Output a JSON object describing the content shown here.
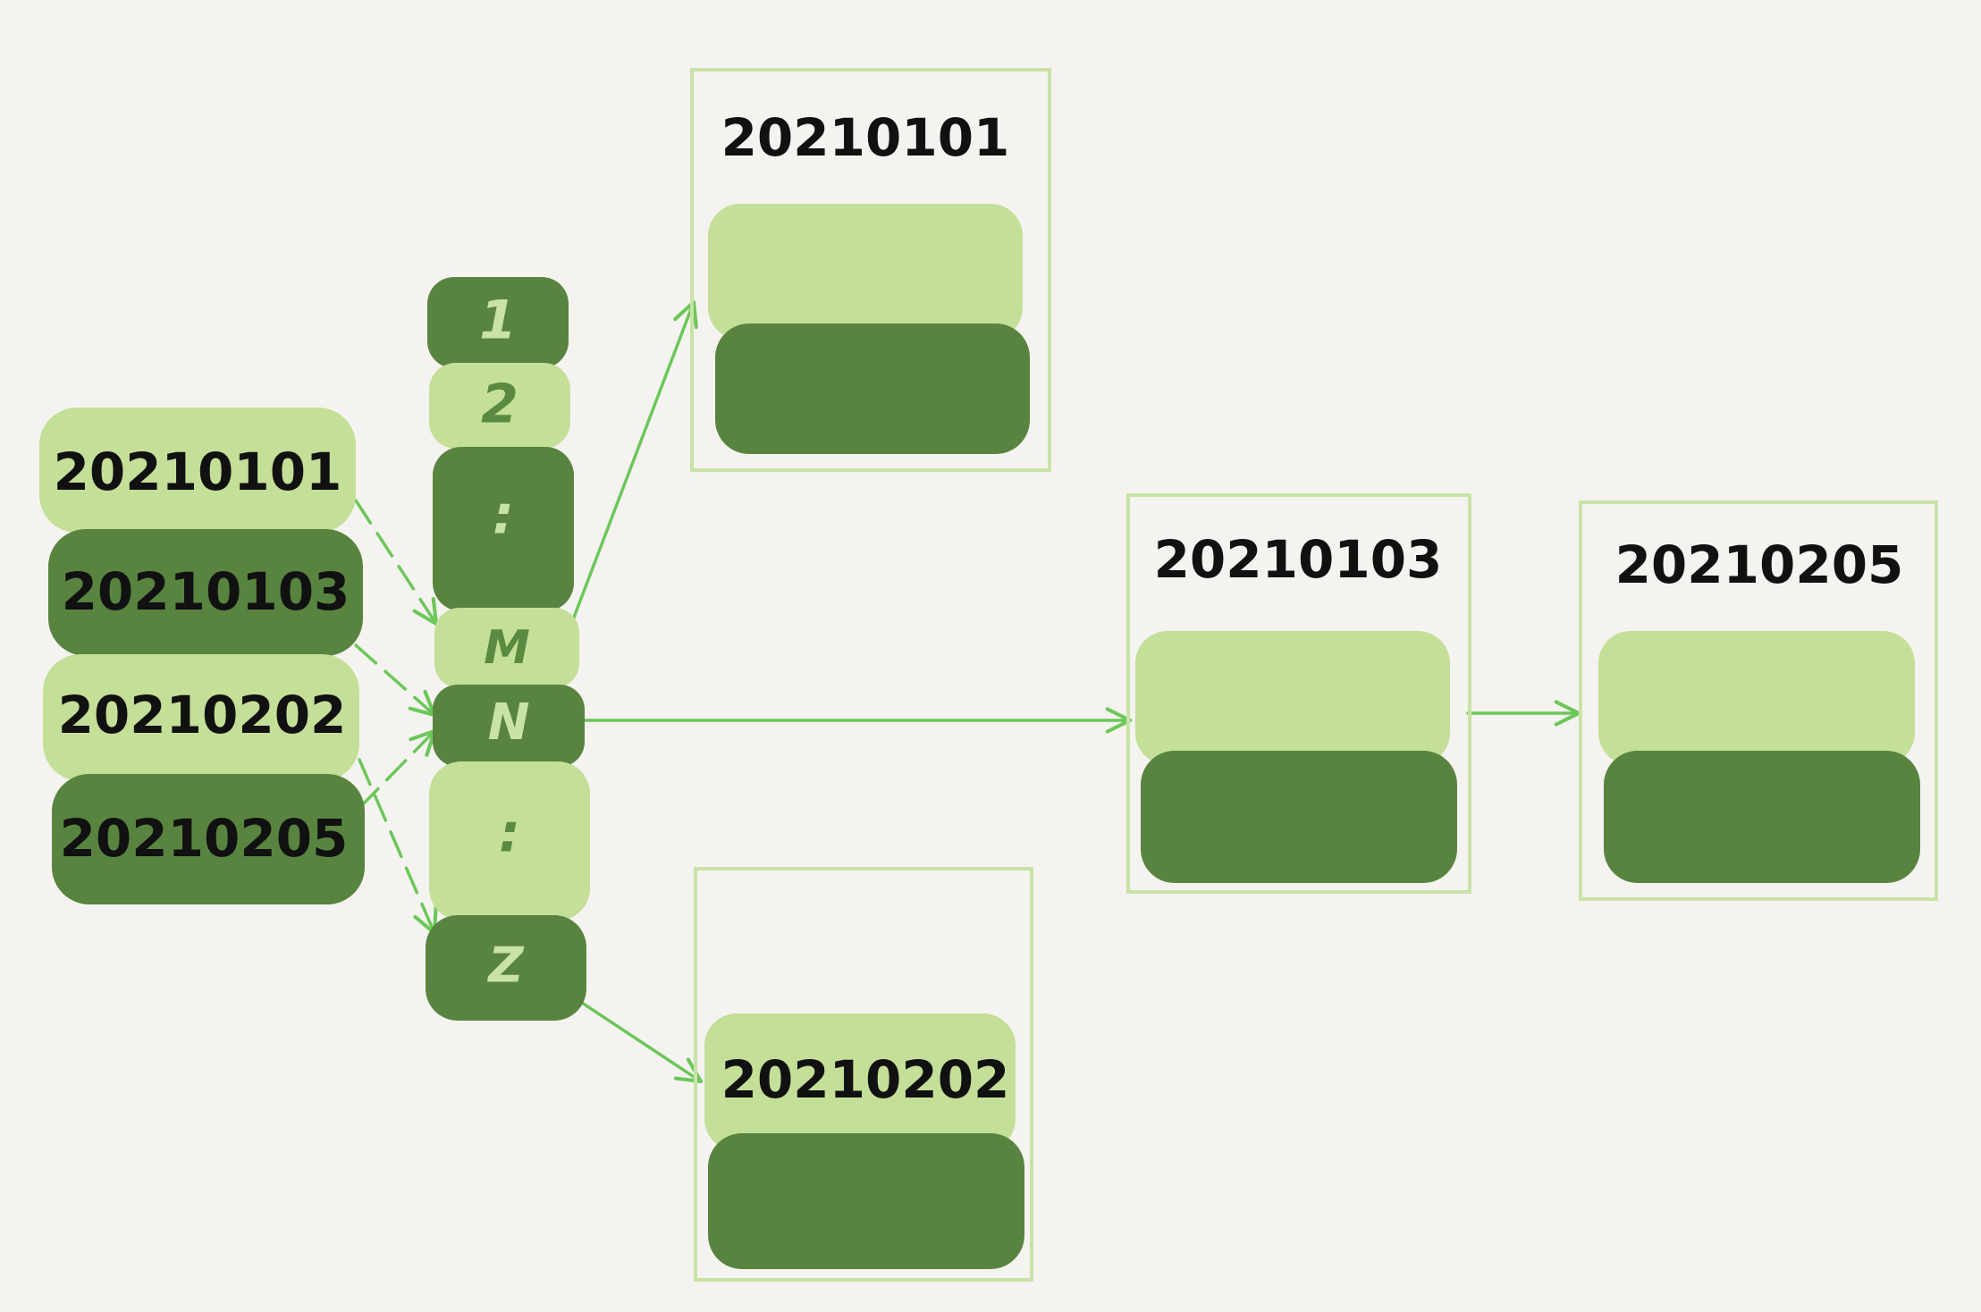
{
  "colors": {
    "background": "#f5f3ef",
    "light_green": "#c4df98",
    "dark_green": "#58843f",
    "arrow_green": "#6cc75a",
    "box_outline": "#c8e3a6",
    "slot_text_on_dark": "#c9e2a6",
    "slot_text_on_light": "#5a8a3f",
    "text": "#111111"
  },
  "keys": [
    {
      "label": "20210101",
      "shade": "light"
    },
    {
      "label": "20210103",
      "shade": "dark"
    },
    {
      "label": "20210202",
      "shade": "light"
    },
    {
      "label": "20210205",
      "shade": "dark"
    }
  ],
  "slots": [
    {
      "label": "1",
      "shade": "dark"
    },
    {
      "label": "2",
      "shade": "light"
    },
    {
      "label": ":",
      "shade": "dark"
    },
    {
      "label": "M",
      "shade": "light"
    },
    {
      "label": "N",
      "shade": "dark"
    },
    {
      "label": ":",
      "shade": "light"
    },
    {
      "label": "Z",
      "shade": "dark"
    }
  ],
  "entries": [
    {
      "label": "20210101"
    },
    {
      "label": "20210103"
    },
    {
      "label": "20210205"
    },
    {
      "label": "20210202"
    }
  ]
}
